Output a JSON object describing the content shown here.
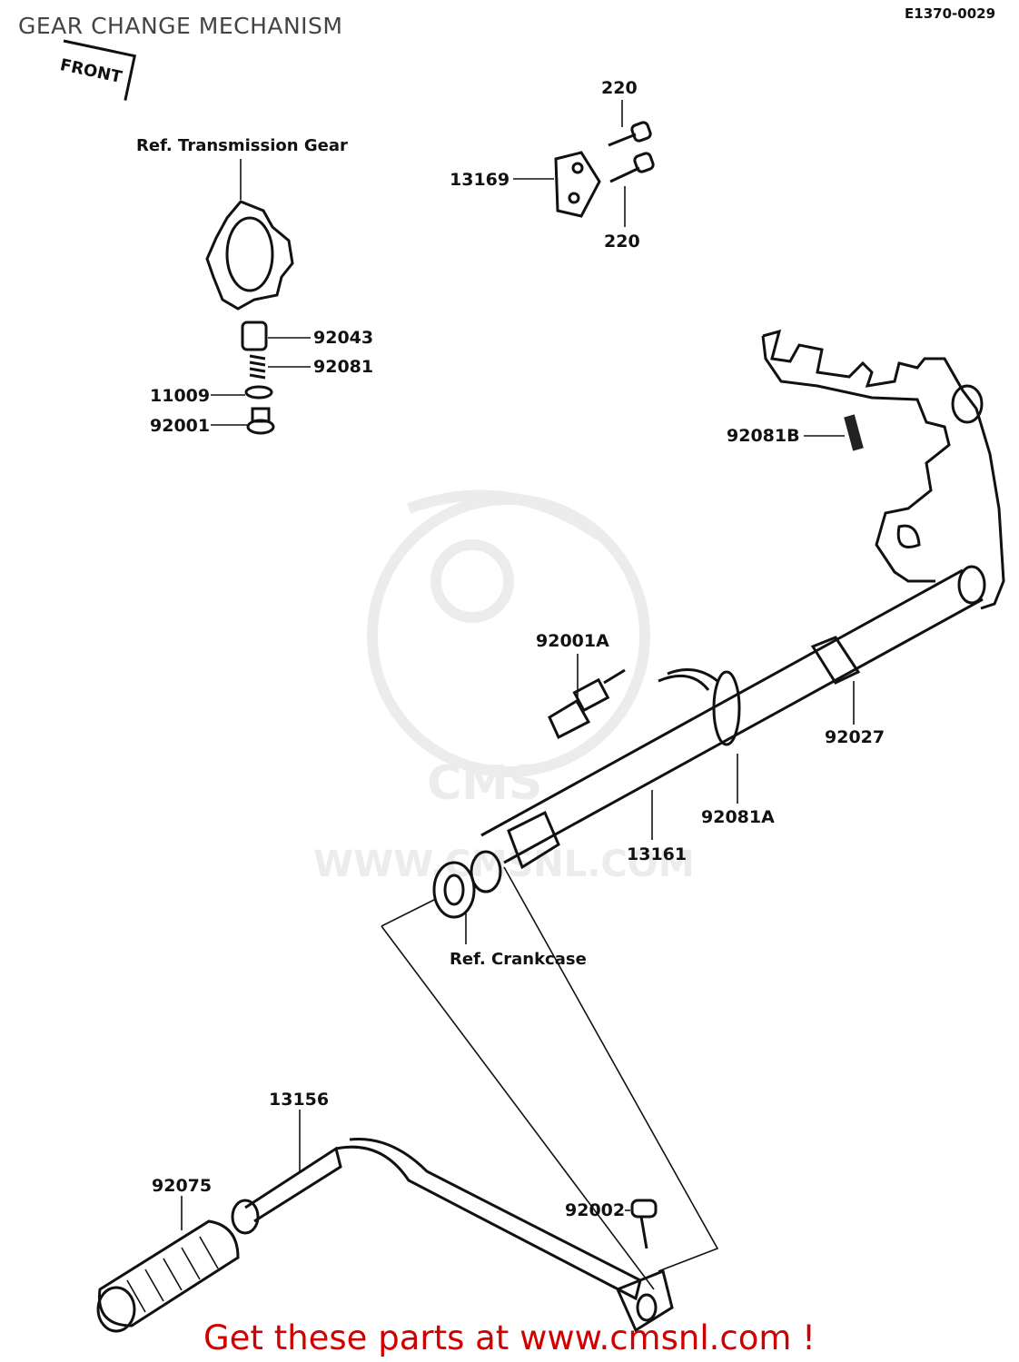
{
  "title": "GEAR CHANGE MECHANISM",
  "diagram_code": "E1370-0029",
  "front_marker": "FRONT",
  "watermark": {
    "logo": "CMS",
    "url": "WWW.CMSNL.COM"
  },
  "footer": "Get these parts at www.cmsnl.com !",
  "refs": {
    "transmission_gear": "Ref. Transmission Gear",
    "crankcase": "Ref. Crankcase"
  },
  "labels": {
    "p220_top": "220",
    "p220_bottom": "220",
    "p13169": "13169",
    "p92043": "92043",
    "p92081": "92081",
    "p11009": "11009",
    "p92001": "92001",
    "p92081B": "92081B",
    "p92001A": "92001A",
    "p92027": "92027",
    "p92081A": "92081A",
    "p13161": "13161",
    "p13156": "13156",
    "p92075": "92075",
    "p92002": "92002"
  },
  "colors": {
    "footer_text": "#d10000",
    "line_art": "#111111",
    "watermark": "#ececec"
  }
}
